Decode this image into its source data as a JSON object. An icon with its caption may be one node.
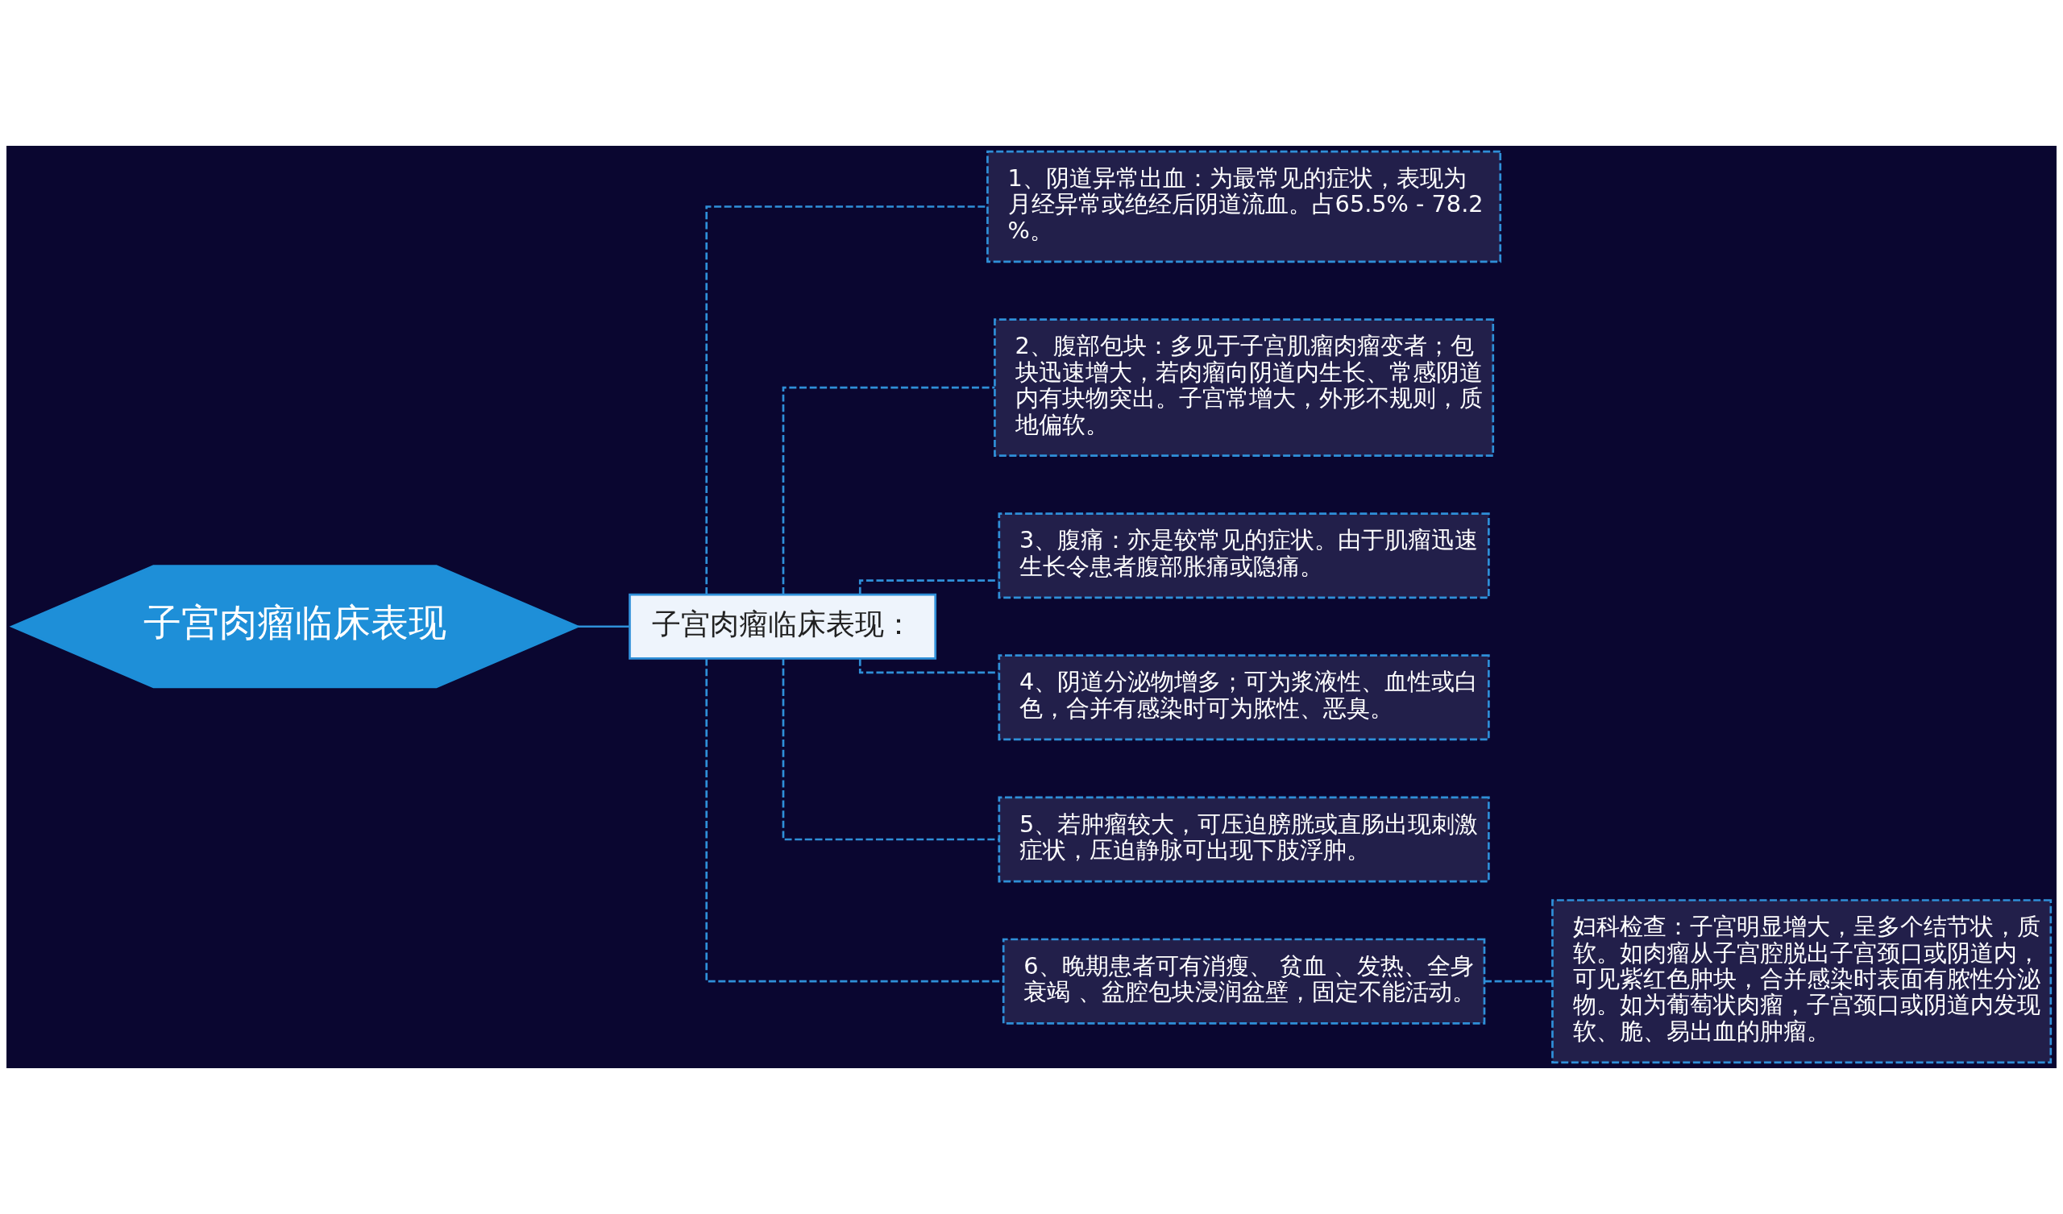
{
  "diagram": {
    "nodes": [
      {
        "text": [
          "子宫肉瘤临床表现"
        ]
      },
      {
        "text": [
          "子宫肉瘤临床表现："
        ]
      },
      {
        "text": [
          "1、阴道异常出血：为最常见的症状，表现为月经异常或绝经后阴道流血。占65.5% - 78.2%。"
        ]
      },
      {
        "text": [
          "2、腹部包块：多见于子宫肌瘤肉瘤变者；包块迅速增大，若肉瘤向阴道内生长、常感阴道内有块物突出。子宫常增大，外形不规则，质地偏软。"
        ]
      },
      {
        "text": [
          "3、腹痛：亦是较常见的症状。由于肌瘤迅速生长令患者腹部胀痛或隐痛。"
        ]
      },
      {
        "text": [
          "4、阴道分泌物增多；可为浆液性、血性或白色，合并有感染时可为脓性、恶臭。"
        ]
      },
      {
        "text": [
          "5、若肿瘤较大，可压迫膀胱或直肠出现刺激症状，压迫静脉可出现下肢浮肿。"
        ]
      },
      {
        "text": [
          "6、晚期患者可有消瘦、 贫血 、发热、全身衰竭 、盆腔包块浸润盆壁，固定不能活动。"
        ]
      },
      {
        "text": [
          "妇科检查：子宫明显增大，呈多个结节状，质软。如肉瘤从子宫腔脱出子宫颈口或阴道内，可见紫红色肿块，合并感染时表面有脓性分泌物。如为葡萄状肉瘤，子宫颈口或阴道内发现软、脆、易出血的肿瘤。"
        ]
      }
    ],
    "edges": [
      {
        "from": 0,
        "to": 1,
        "arrow": "none"
      },
      {
        "from": 1,
        "to": 2,
        "arrow": "none",
        "style": "dashed"
      },
      {
        "from": 1,
        "to": 3,
        "arrow": "none",
        "style": "dashed"
      },
      {
        "from": 1,
        "to": 4,
        "arrow": "none",
        "style": "dashed"
      },
      {
        "from": 1,
        "to": 5,
        "arrow": "none",
        "style": "dashed"
      },
      {
        "from": 1,
        "to": 6,
        "arrow": "none",
        "style": "dashed"
      },
      {
        "from": 1,
        "to": 7,
        "arrow": "none",
        "style": "dashed"
      },
      {
        "from": 7,
        "to": 8,
        "arrow": "none",
        "style": "dashed"
      }
    ]
  }
}
